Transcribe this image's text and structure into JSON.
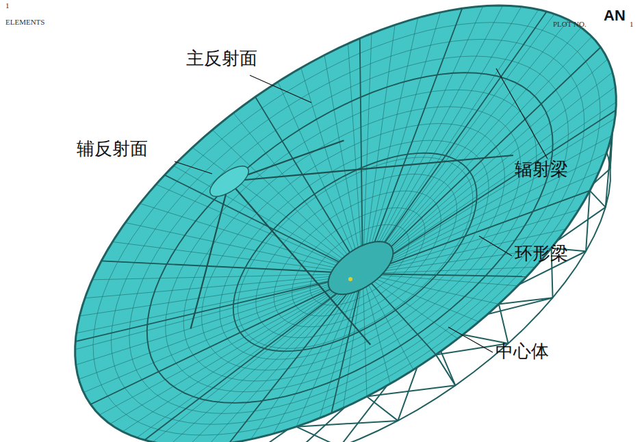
{
  "diagram": {
    "labels": [
      "1",
      "ELEMENTS",
      "AN",
      "PLOT NO.",
      "1",
      "主反射面",
      "辅反射面",
      "辐射梁",
      "环形梁",
      "中心体"
    ]
  }
}
